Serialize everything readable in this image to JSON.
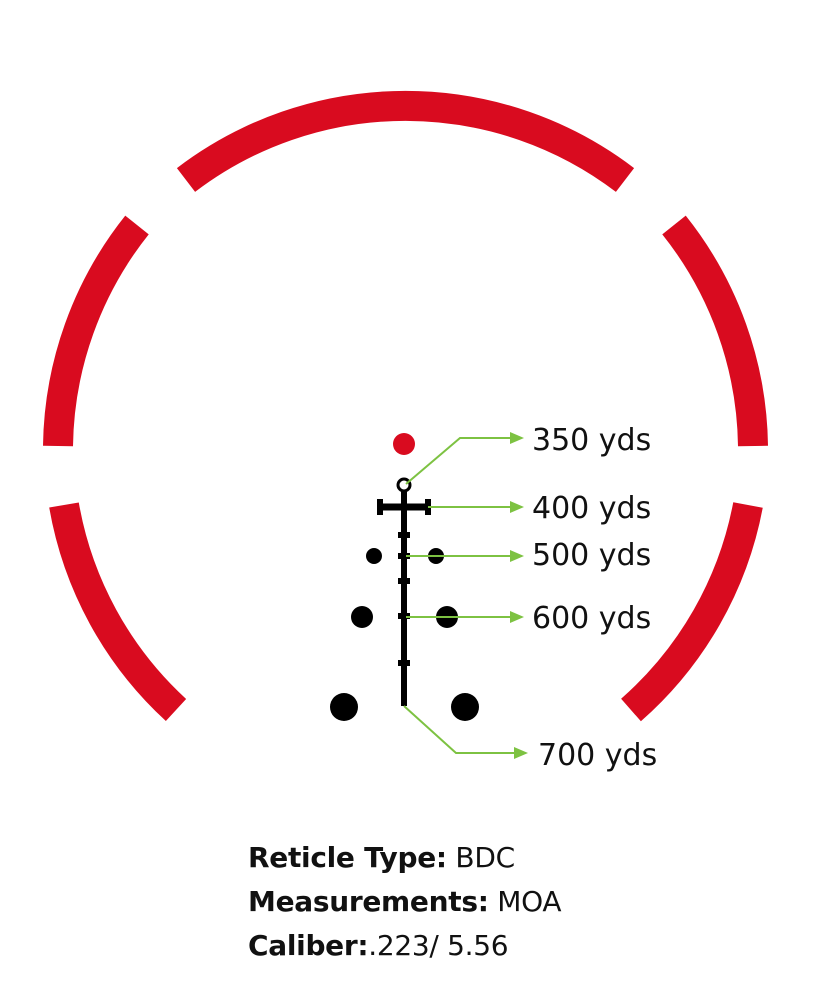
{
  "colors": {
    "ring": "#d90b1f",
    "red_dot": "#d90b1f",
    "reticle": "#000000",
    "callout": "#7dc242",
    "text": "#111111"
  },
  "callouts": [
    {
      "id": "350",
      "label": "350 yds"
    },
    {
      "id": "400",
      "label": "400 yds"
    },
    {
      "id": "500",
      "label": "500 yds"
    },
    {
      "id": "600",
      "label": "600 yds"
    },
    {
      "id": "700",
      "label": "700 yds"
    }
  ],
  "specs": {
    "reticle_type_key": "Reticle Type:",
    "reticle_type_value": " BDC",
    "measurements_key": "Measurements:",
    "measurements_value": " MOA",
    "caliber_key": "Caliber:",
    "caliber_value": ".223/ 5.56"
  }
}
